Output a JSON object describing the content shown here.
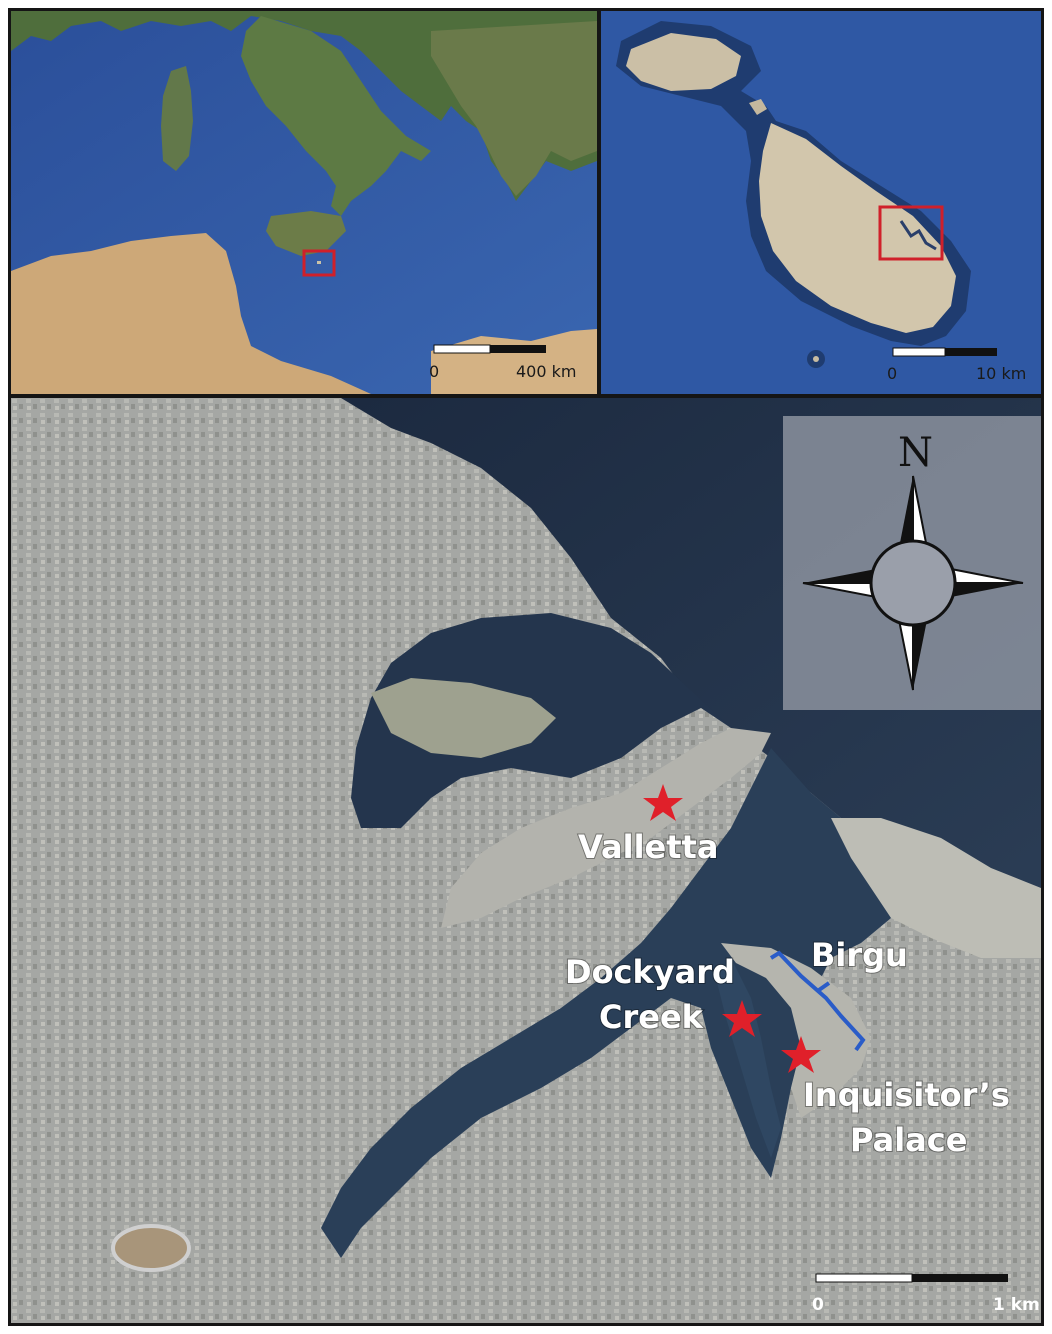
{
  "panels": {
    "mediterranean": {
      "scale": {
        "start_label": "0",
        "end_label": "400 km"
      },
      "highlight_color": "#d0202a"
    },
    "malta_island": {
      "scale": {
        "start_label": "0",
        "end_label": "10 km"
      },
      "highlight_color": "#d0202a"
    },
    "harbour": {
      "scale": {
        "start_label": "0",
        "end_label": "1 km"
      },
      "north_label": "N",
      "places": {
        "valletta": "Valletta",
        "dockyard_line1": "Dockyard",
        "dockyard_line2": "Creek",
        "birgu": "Birgu",
        "inquisitor_line1": "Inquisitor’s",
        "inquisitor_line2": "Palace"
      },
      "star_color": "#e0202a",
      "birgu_outline_color": "#2a5cc8"
    }
  },
  "icons": [
    "north-arrow-icon",
    "star-marker-icon"
  ]
}
